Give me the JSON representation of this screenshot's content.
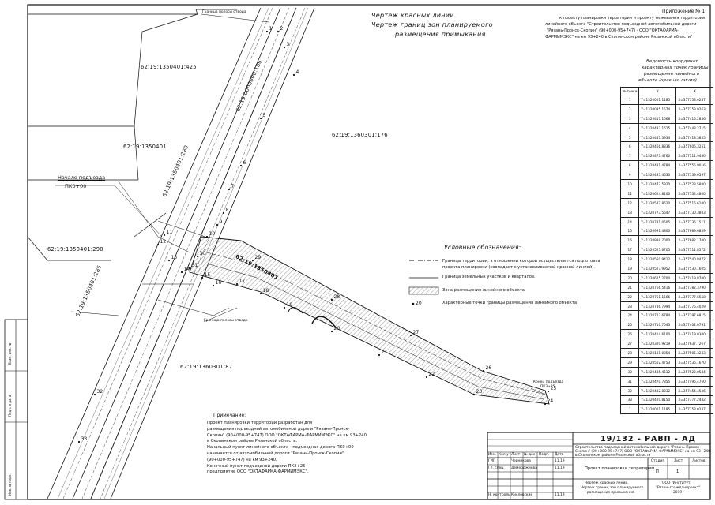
{
  "title_lines": [
    "Чертеж красных линий.",
    "Чертеж границ зон планируемого",
    "размещения примыкания."
  ],
  "appendix": {
    "label": "Приложение № 1",
    "lines": [
      "к проекту планировки территории и проекту межевания территории",
      "линейного объекта \"Строительство подъездной автомобильной дороги",
      "\"Рязань-Пронск-Скопин\" (90+000-95+747) - ООО \"ОКТАФАРМА-",
      "ФАРМИМЭКС\" на км 93+240 в Скопинском районе Рязанской области\""
    ]
  },
  "vedomost": [
    "Ведомость координат",
    "характерных точек границы",
    "размещения линейного",
    "объекта (красная линия)"
  ],
  "coords_table": {
    "headers": [
      "№ точки",
      "Y",
      "X"
    ],
    "rows": [
      [
        "1",
        "Y=1320001.1185",
        "X=357353.0247"
      ],
      [
        "2",
        "Y=1320035.1574",
        "X=357353.9263"
      ],
      [
        "3",
        "Y=1320417.1068",
        "X=357415.2856"
      ],
      [
        "4",
        "Y=1320433.1615",
        "X=357443.2715"
      ],
      [
        "5",
        "Y=1320447.3934",
        "X=357418.3855"
      ],
      [
        "6",
        "Y=1320466.8836",
        "X=357606.3251"
      ],
      [
        "7",
        "Y=1320473.4760",
        "X=357511.9480"
      ],
      [
        "8",
        "Y=1320481.4784",
        "X=357555.9016"
      ],
      [
        "9",
        "Y=1320487.4630",
        "X=357539.6597"
      ],
      [
        "10",
        "Y=1320473.5920",
        "X=357523.5800"
      ],
      [
        "11",
        "Y=1320624.8100",
        "X=357534.4800"
      ],
      [
        "12",
        "Y=1320542.8620",
        "X=357516.6100"
      ],
      [
        "13",
        "Y=1320773.5647",
        "X=357730.3883"
      ],
      [
        "14",
        "Y=1320781.0505",
        "X=357736.1511"
      ],
      [
        "15",
        "Y=1320991.4800",
        "X=357689.6859"
      ],
      [
        "16",
        "Y=1320988.7000",
        "X=357682.1700"
      ],
      [
        "17",
        "Y=1320525.6705",
        "X=357511.8572"
      ],
      [
        "18",
        "Y=1320550.9412",
        "X=357540.8472"
      ],
      [
        "19",
        "Y=1320527.9952",
        "X=357530.1605"
      ],
      [
        "20",
        "Y=1320625.2700",
        "X=357419.8700"
      ],
      [
        "21",
        "Y=1320766.5416",
        "X=357382.3790"
      ],
      [
        "22",
        "Y=1320751.1566",
        "X=357377.6558"
      ],
      [
        "23",
        "Y=1320786.7994",
        "X=357376.4029"
      ],
      [
        "24",
        "Y=1320723.6784",
        "X=357397.6815"
      ],
      [
        "25",
        "Y=1320710.7043",
        "X=357402.0791"
      ],
      [
        "26",
        "Y=1320414.6100",
        "X=357419.0300"
      ],
      [
        "27",
        "Y=1320320.9219",
        "X=357637.7267"
      ],
      [
        "28",
        "Y=1320181.0354",
        "X=357505.3243"
      ],
      [
        "29",
        "Y=1320502.4753",
        "X=357536.1670"
      ],
      [
        "30",
        "Y=1320485.4612",
        "X=357522.0544"
      ],
      [
        "31",
        "Y=1320470.7855",
        "X=357495.4760"
      ],
      [
        "32",
        "Y=1320432.8332",
        "X=357454.4536"
      ],
      [
        "33",
        "Y=1320420.8150",
        "X=357377.2482"
      ],
      [
        "1",
        "Y=1320001.1185",
        "X=357353.0247"
      ]
    ]
  },
  "parcels": [
    "62:19:1350401:425",
    "62:19:1350401",
    "62:19:1360301:176",
    "62:19:1350401:290",
    "62:19:1360301:87",
    "62:19:1350401:285",
    "62:19:1350401:280",
    "62:19:0000000:186"
  ],
  "road_label": "62:19:1350401",
  "labels": {
    "start": [
      "Начало подъезда",
      "ПК0+00"
    ],
    "end": [
      "Конец подъезда",
      "ПК3+25"
    ],
    "top_road": "Граница полосы отвода",
    "mid_road": "Граница полосы отвода"
  },
  "legend": {
    "heading": "Условные обозначения:",
    "items": [
      "Граница территории, в отношении которой осуществляется подготовка проекта планировки (совпадает с устанавливаемой красной линией).",
      "Граница земельных участков и кварталов.",
      "Зона размещения линейного объекта",
      "Характерные точки границы размещения линейного объекта"
    ],
    "point_sample": "20"
  },
  "notes": {
    "heading": "Примечание:",
    "lines": [
      "Проект планировки территории разработан для",
      "размещения подъездной автомобильной дороги \"Рязань-Пронск-",
      "Скопин\" (90+000-95+747) ООО \"ОКТАФАРМА-ФАРМИМЭКС\" на км 93+240",
      "в Скопинском районе Рязанской области.",
      "Начальный пункт линейного объекта - подъездная дорога ПК0+00",
      "начинается от автомобильной дороги \"Рязань-Пронск-Скопин\"",
      "(90+000-95+747) на км 93+240.",
      "Конечный пункт подъездной дороги ПК3+25 -",
      "предприятие ООО \"ОКТАФАРМА-ФАРМИМЭКС\"."
    ]
  },
  "stamp": {
    "code": "19/132 - РАВП - АД",
    "object": [
      "Строительство подъездной автомобильной дороги \"Рязань-Пронск-",
      "Скопин\" (90+000-95+747) ООО \"ОКТАФАРМА-ФАРМИМЭКС\" на км 93+240",
      "в Скопинском районе Рязанской области"
    ],
    "cols": [
      "Изм.",
      "Кол.уч",
      "Лист",
      "№ док",
      "Подп.",
      "Дата"
    ],
    "people": [
      [
        "ГИП",
        "Черникова",
        "11.19"
      ],
      [
        "Гл. спец.",
        "Демерджиева",
        "11.19"
      ],
      [
        "Н. контроль",
        "Кисловский",
        "11.19"
      ]
    ],
    "section": "Проект планировки территории",
    "stage_h": [
      "Стадия",
      "Лист",
      "Листов"
    ],
    "stage_v": [
      "П",
      "1",
      ""
    ],
    "sheet_name": [
      "Чертеж красных линий.",
      "Чертеж границ зон планируемого",
      "размещения примыкания."
    ],
    "org": [
      "ООО \"Институт",
      "\"Рязаньгражданпроект\"",
      "2019"
    ]
  },
  "side_labels": [
    "Взам. инв. №",
    "Подп. и дата",
    "Инв. № подл."
  ],
  "point_numbers": [
    "1",
    "2",
    "3",
    "4",
    "5",
    "6",
    "7",
    "8",
    "9",
    "10",
    "11",
    "12",
    "13",
    "14",
    "15",
    "16",
    "17",
    "18",
    "19",
    "20",
    "21",
    "22",
    "23",
    "24",
    "25",
    "26",
    "27",
    "28",
    "29",
    "30",
    "31",
    "32",
    "33"
  ]
}
